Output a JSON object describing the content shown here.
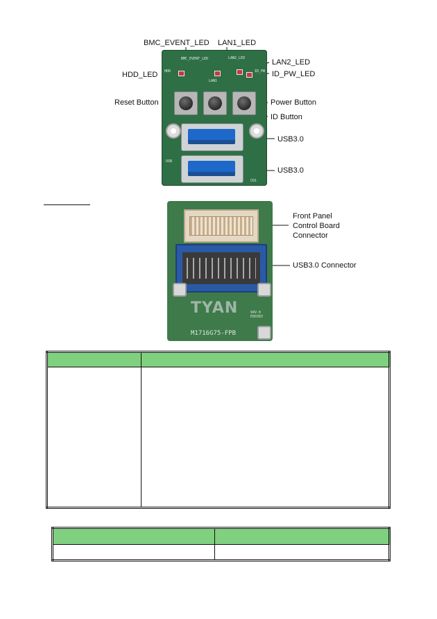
{
  "top_board": {
    "labels": {
      "bmc_event_led": "BMC_EVENT_LED",
      "lan1_led": "LAN1_LED",
      "lan2_led": "LAN2_LED",
      "hdd_led": "HDD_LED",
      "id_pw_led": "ID_PW_LED",
      "reset_button": "Reset Button",
      "power_button": "Power Button",
      "id_button": "ID Button",
      "usb_top": "USB3.0",
      "usb_bottom": "USB3.0"
    },
    "silkscreen": {
      "bmc": "BMC_EVENT_LED",
      "lan2": "LAN2_LED",
      "hdd": "HDD",
      "idpw": "ID_PW",
      "lan1": "LAN1",
      "usb": "USB",
      "cd1": "CD1"
    }
  },
  "bottom_board": {
    "labels": {
      "front_panel_line1": "Front Panel",
      "front_panel_line2": "Control Board",
      "front_panel_line3": "Connector",
      "usb_connector": "USB3.0 Connector"
    },
    "logo": "TYAN",
    "model": "M1716G75-FPB",
    "ul_mark": "94V-0\nE89383"
  },
  "colors": {
    "table_header": "#7fd07f",
    "pcb_green": "#2f6f46",
    "usb_blue": "#1d68c9"
  }
}
